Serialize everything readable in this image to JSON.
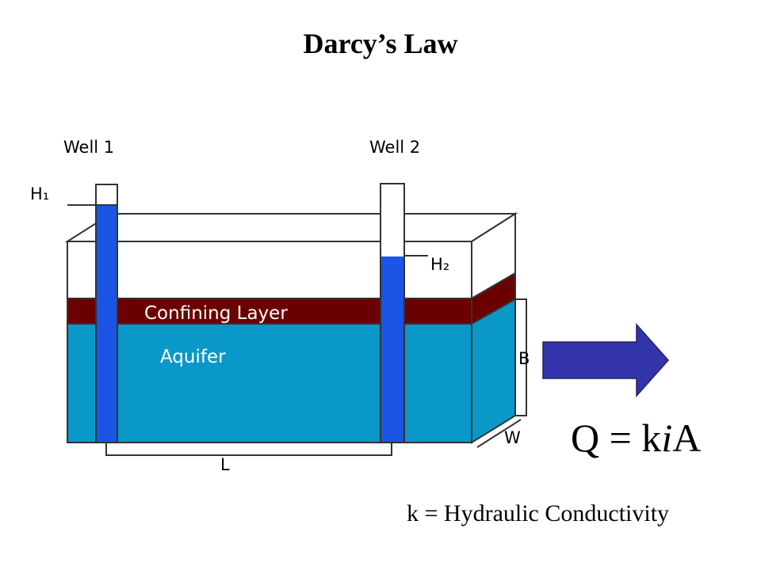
{
  "title": "Darcy’s Law",
  "diagram": {
    "well1_label": "Well 1",
    "well2_label": "Well 2",
    "h1_label": "H₁",
    "h2_label": "H₂",
    "confining_label": "Confining Layer",
    "aquifer_label": "Aquifer",
    "l_label": "L",
    "b_label": "B",
    "w_label": "W",
    "colors": {
      "aquifer": "#0a98c9",
      "confining": "#6b0000",
      "water": "#1a55e6",
      "arrow": "#3333aa"
    }
  },
  "equation": {
    "prefix": "Q = k",
    "italic": "i",
    "suffix": "A"
  },
  "definition": "k = Hydraulic  Conductivity"
}
